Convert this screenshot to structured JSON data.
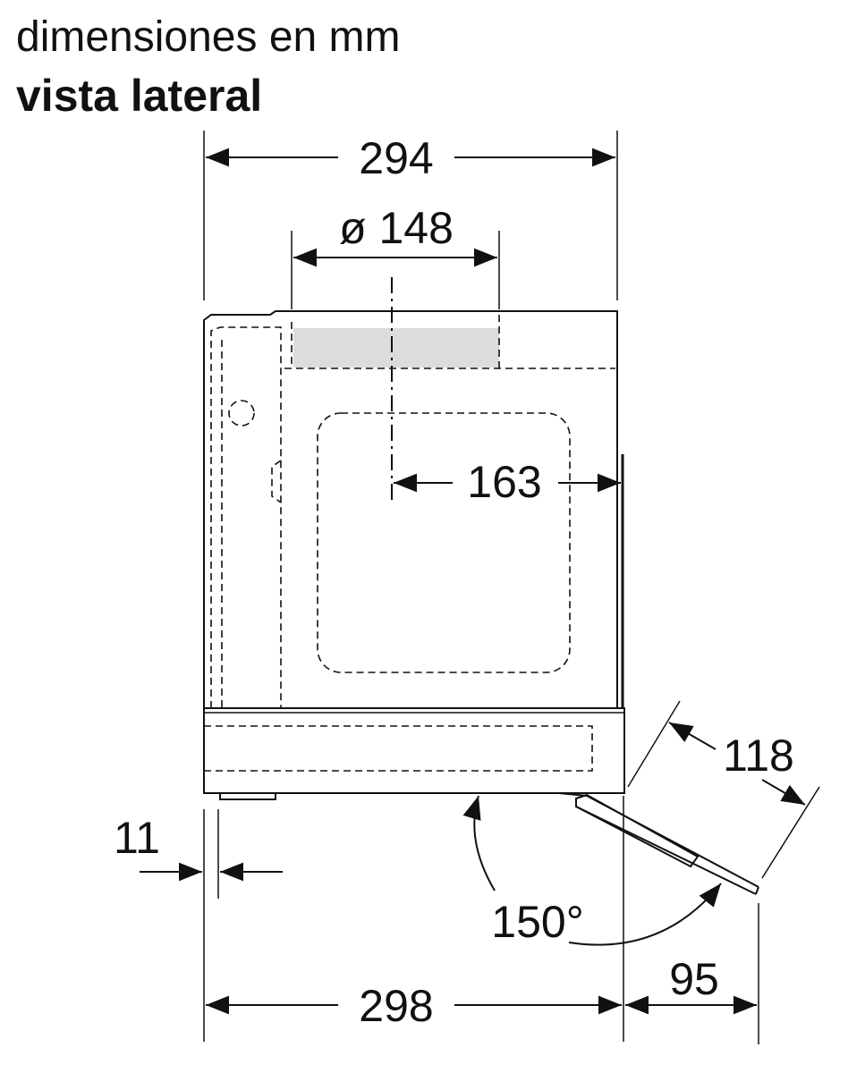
{
  "heading": {
    "units": "dimensiones en mm",
    "view": "vista lateral"
  },
  "dimensions": {
    "overall_width_top": "294",
    "duct_diameter": "ø 148",
    "duct_axis_offset": "163",
    "overall_width_bottom": "298",
    "base_setback": "11",
    "flap_length": "118",
    "flap_angle": "150°",
    "flap_projection": "95"
  },
  "colors": {
    "line": "#111111",
    "duct_fill": "#dcdcdc",
    "background": "#ffffff"
  }
}
